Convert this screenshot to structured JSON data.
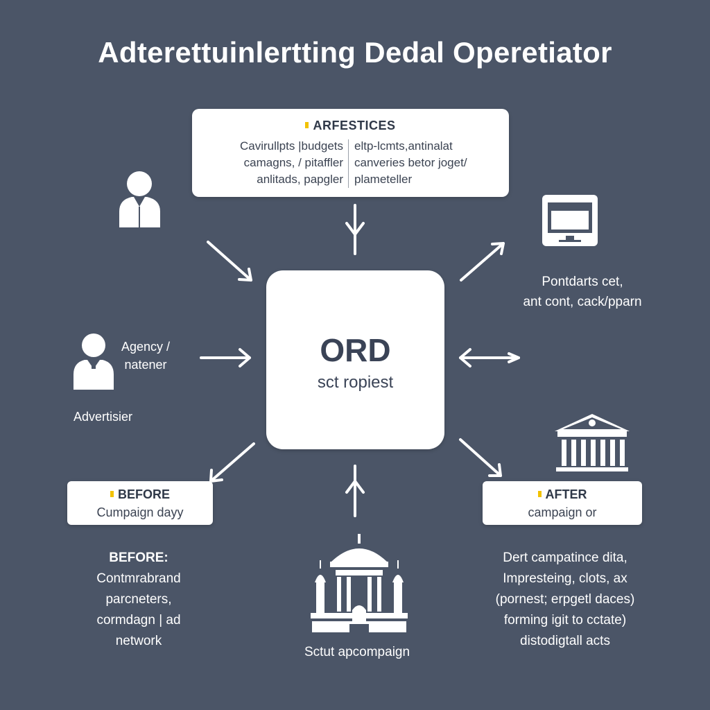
{
  "title": "Adterettuinlertting Dedal Operetiator",
  "top_card": {
    "title": "ARFESTICES",
    "left_lines": [
      "Cavirullpts |budgets",
      "camagns, / pitaffler",
      "anlitads, papgler"
    ],
    "right_lines": [
      "eltp-lcmts,antinalat",
      "canveries betor joget/",
      "plameteller"
    ]
  },
  "center_card": {
    "title": "ORD",
    "subtitle": "sct ropiest"
  },
  "agency_label": [
    "Agency /",
    "natener"
  ],
  "advertiser_label": "Advertisier",
  "platform_label": [
    "Pontdarts cet,",
    "ant cont, cack/pparn"
  ],
  "before_card": {
    "title": "BEFORE",
    "text": "Cumpaign dayy"
  },
  "after_card": {
    "title": "AFTER",
    "text": "campaign or"
  },
  "before_text": {
    "title": "BEFORE:",
    "lines": [
      "Contmrabrand",
      "parcneters,",
      "cormdagn | ad",
      "network"
    ]
  },
  "after_text": {
    "lines": [
      "Dert campatince dita,",
      "Impresteing, clots, ax",
      "(pornest; erpgetl daces)",
      "forming igit to cctate)",
      "distodigtall acts"
    ]
  },
  "start_label": "Sctut apcompaign",
  "colors": {
    "background": "#4b5567",
    "card": "#ffffff",
    "accent": "#f2c200",
    "dark_text": "#2f3848"
  },
  "icons": {
    "person_top": "person-icon",
    "person_left": "person-icon",
    "monitor": "monitor-icon",
    "government_building": "building-icon",
    "palace": "palace-icon"
  }
}
